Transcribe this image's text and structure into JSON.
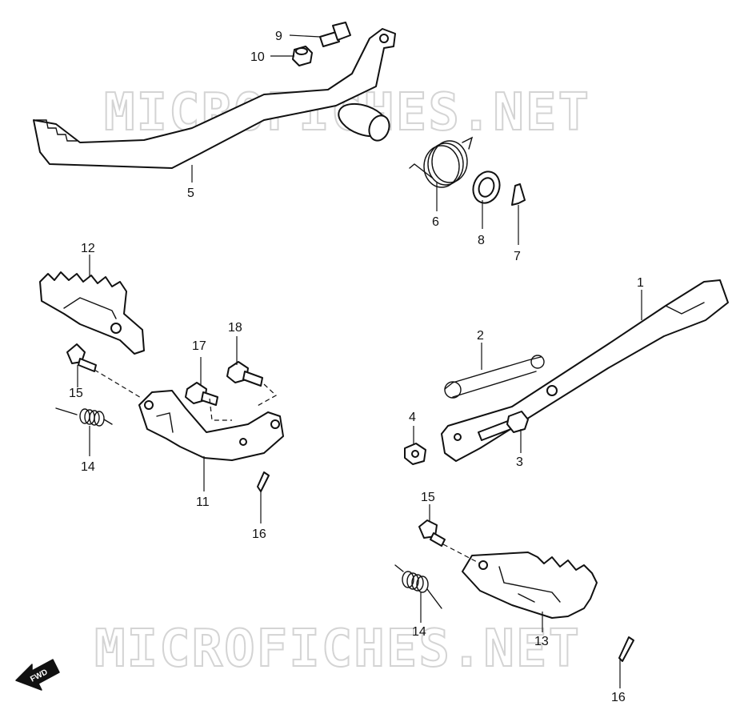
{
  "watermark": {
    "text": "MICROFICHES.NET"
  },
  "direction_arrow": {
    "label": "FWD"
  },
  "callouts": {
    "c1": "1",
    "c2": "2",
    "c3": "3",
    "c4": "4",
    "c5": "5",
    "c6": "6",
    "c7": "7",
    "c8": "8",
    "c9": "9",
    "c10": "10",
    "c11": "11",
    "c12": "12",
    "c13": "13",
    "c14a": "14",
    "c14b": "14",
    "c15a": "15",
    "c15b": "15",
    "c16a": "16",
    "c16b": "16",
    "c17": "17",
    "c18": "18"
  }
}
